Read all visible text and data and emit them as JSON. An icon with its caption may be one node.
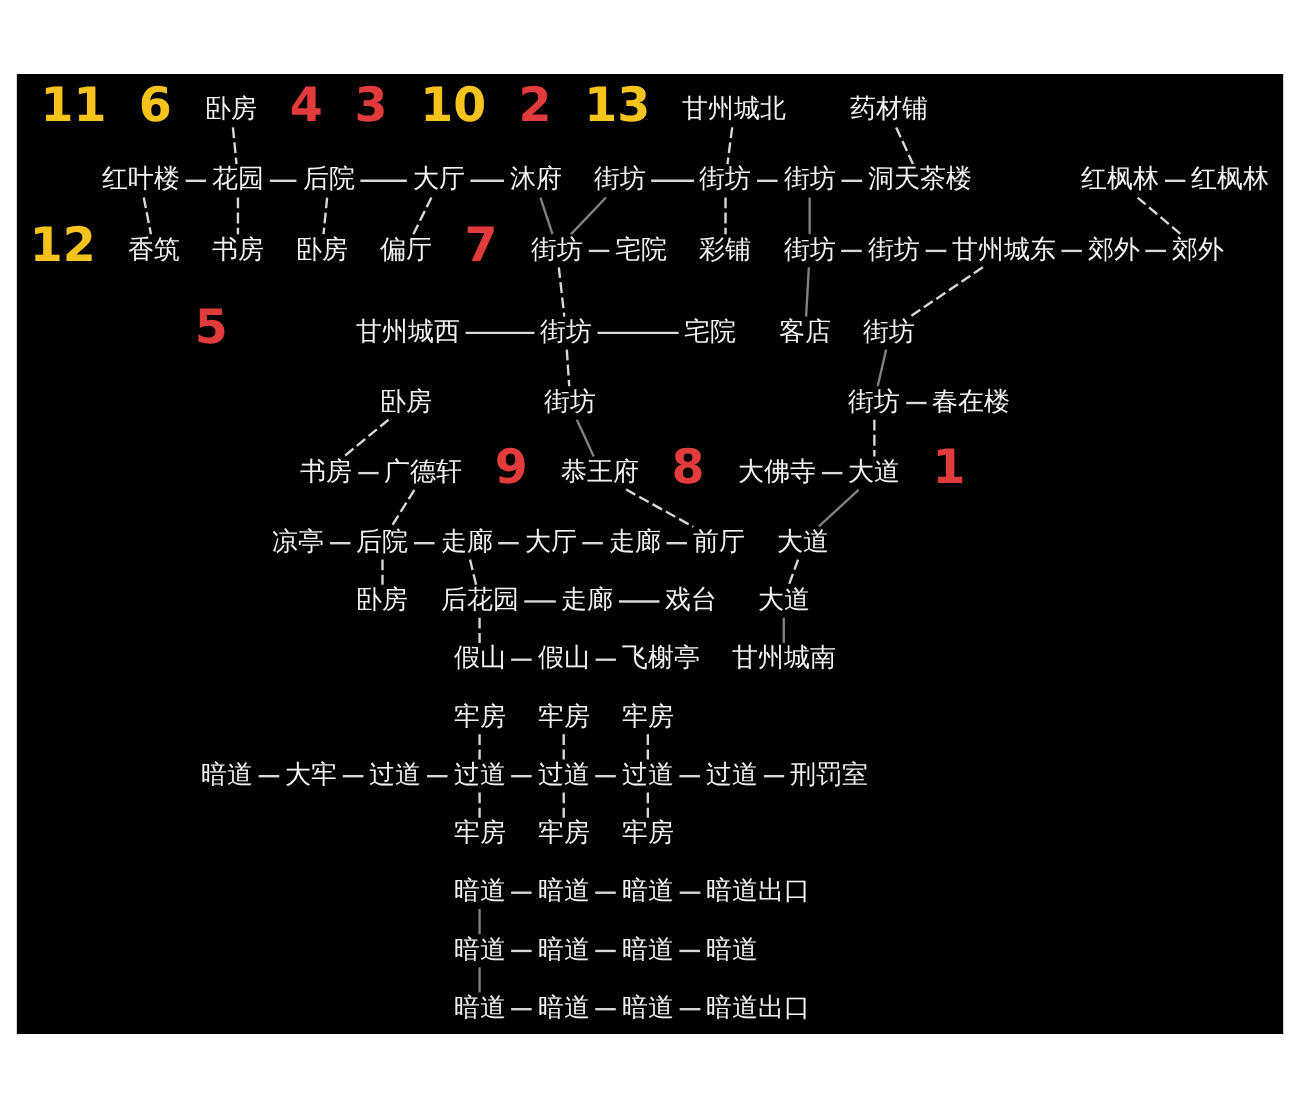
{
  "diagram": {
    "nodes": [
      {
        "text": [
          "卧房"
        ]
      },
      {
        "text": [
          "红叶楼"
        ]
      },
      {
        "text": [
          "花园"
        ]
      },
      {
        "text": [
          "后院"
        ]
      },
      {
        "text": [
          "大厅"
        ]
      },
      {
        "text": [
          "沐府"
        ]
      },
      {
        "text": [
          "香筑"
        ]
      },
      {
        "text": [
          "书房"
        ]
      },
      {
        "text": [
          "卧房"
        ]
      },
      {
        "text": [
          "偏厅"
        ]
      },
      {
        "text": [
          "甘州城北"
        ]
      },
      {
        "text": [
          "药材铺"
        ]
      },
      {
        "text": [
          "街坊"
        ]
      },
      {
        "text": [
          "街坊"
        ]
      },
      {
        "text": [
          "街坊"
        ]
      },
      {
        "text": [
          "洞天茶楼"
        ]
      },
      {
        "text": [
          "红枫林"
        ]
      },
      {
        "text": [
          "红枫林"
        ]
      },
      {
        "text": [
          "街坊"
        ]
      },
      {
        "text": [
          "宅院"
        ]
      },
      {
        "text": [
          "彩铺"
        ]
      },
      {
        "text": [
          "街坊"
        ]
      },
      {
        "text": [
          "街坊"
        ]
      },
      {
        "text": [
          "甘州城东"
        ]
      },
      {
        "text": [
          "郊外"
        ]
      },
      {
        "text": [
          "郊外"
        ]
      },
      {
        "text": [
          "甘州城西"
        ]
      },
      {
        "text": [
          "街坊"
        ]
      },
      {
        "text": [
          "宅院"
        ]
      },
      {
        "text": [
          "客店"
        ]
      },
      {
        "text": [
          "街坊"
        ]
      },
      {
        "text": [
          "卧房"
        ]
      },
      {
        "text": [
          "街坊"
        ]
      },
      {
        "text": [
          "街坊"
        ]
      },
      {
        "text": [
          "春在楼"
        ]
      },
      {
        "text": [
          "书房"
        ]
      },
      {
        "text": [
          "广德轩"
        ]
      },
      {
        "text": [
          "恭王府"
        ]
      },
      {
        "text": [
          "大佛寺"
        ]
      },
      {
        "text": [
          "大道"
        ]
      },
      {
        "text": [
          "凉亭"
        ]
      },
      {
        "text": [
          "后院"
        ]
      },
      {
        "text": [
          "走廊"
        ]
      },
      {
        "text": [
          "大厅"
        ]
      },
      {
        "text": [
          "走廊"
        ]
      },
      {
        "text": [
          "前厅"
        ]
      },
      {
        "text": [
          "大道"
        ]
      },
      {
        "text": [
          "卧房"
        ]
      },
      {
        "text": [
          "后花园"
        ]
      },
      {
        "text": [
          "走廊"
        ]
      },
      {
        "text": [
          "戏台"
        ]
      },
      {
        "text": [
          "大道"
        ]
      },
      {
        "text": [
          "假山"
        ]
      },
      {
        "text": [
          "假山"
        ]
      },
      {
        "text": [
          "飞榭亭"
        ]
      },
      {
        "text": [
          "甘州城南"
        ]
      },
      {
        "text": [
          "牢房"
        ]
      },
      {
        "text": [
          "牢房"
        ]
      },
      {
        "text": [
          "牢房"
        ]
      },
      {
        "text": [
          "暗道"
        ]
      },
      {
        "text": [
          "大牢"
        ]
      },
      {
        "text": [
          "过道"
        ]
      },
      {
        "text": [
          "过道"
        ]
      },
      {
        "text": [
          "过道"
        ]
      },
      {
        "text": [
          "过道"
        ]
      },
      {
        "text": [
          "过道"
        ]
      },
      {
        "text": [
          "刑罚室"
        ]
      },
      {
        "text": [
          "牢房"
        ]
      },
      {
        "text": [
          "牢房"
        ]
      },
      {
        "text": [
          "牢房"
        ]
      },
      {
        "text": [
          "暗道"
        ]
      },
      {
        "text": [
          "暗道"
        ]
      },
      {
        "text": [
          "暗道"
        ]
      },
      {
        "text": [
          "暗道出口"
        ]
      },
      {
        "text": [
          "暗道"
        ]
      },
      {
        "text": [
          "暗道"
        ]
      },
      {
        "text": [
          "暗道"
        ]
      },
      {
        "text": [
          "暗道"
        ]
      },
      {
        "text": [
          "暗道"
        ]
      },
      {
        "text": [
          "暗道"
        ]
      },
      {
        "text": [
          "暗道"
        ]
      },
      {
        "text": [
          "暗道出口"
        ]
      }
    ],
    "edges": [
      {
        "from": 1,
        "to": 2,
        "arrow": "none"
      },
      {
        "from": 2,
        "to": 3,
        "arrow": "none"
      },
      {
        "from": 3,
        "to": 4,
        "arrow": "none"
      },
      {
        "from": 4,
        "to": 5,
        "arrow": "none"
      },
      {
        "from": 0,
        "to": 2,
        "arrow": "none",
        "style": "dashed"
      },
      {
        "from": 1,
        "to": 6,
        "arrow": "none",
        "style": "dashed"
      },
      {
        "from": 2,
        "to": 7,
        "arrow": "none",
        "style": "dashed"
      },
      {
        "from": 3,
        "to": 8,
        "arrow": "none",
        "style": "dashed"
      },
      {
        "from": 4,
        "to": 9,
        "arrow": "none",
        "style": "dashed"
      },
      {
        "from": 5,
        "to": 18,
        "arrow": "none",
        "color": "#808080"
      },
      {
        "from": 10,
        "to": 13,
        "arrow": "none",
        "style": "dashed"
      },
      {
        "from": 11,
        "to": 15,
        "arrow": "none",
        "style": "dashed"
      },
      {
        "from": 12,
        "to": 13,
        "arrow": "none"
      },
      {
        "from": 13,
        "to": 14,
        "arrow": "none"
      },
      {
        "from": 14,
        "to": 15,
        "arrow": "none"
      },
      {
        "from": 16,
        "to": 17,
        "arrow": "none"
      },
      {
        "from": 12,
        "to": 18,
        "arrow": "none",
        "color": "#808080"
      },
      {
        "from": 18,
        "to": 19,
        "arrow": "none"
      },
      {
        "from": 13,
        "to": 20,
        "arrow": "none",
        "style": "dashed"
      },
      {
        "from": 14,
        "to": 21,
        "arrow": "none",
        "color": "#808080"
      },
      {
        "from": 21,
        "to": 22,
        "arrow": "none"
      },
      {
        "from": 22,
        "to": 23,
        "arrow": "none"
      },
      {
        "from": 23,
        "to": 24,
        "arrow": "none"
      },
      {
        "from": 24,
        "to": 25,
        "arrow": "none"
      },
      {
        "from": 16,
        "to": 25,
        "arrow": "none",
        "style": "dashed"
      },
      {
        "from": 18,
        "to": 27,
        "arrow": "none",
        "style": "dashed"
      },
      {
        "from": 26,
        "to": 27,
        "arrow": "none"
      },
      {
        "from": 27,
        "to": 28,
        "arrow": "none"
      },
      {
        "from": 21,
        "to": 29,
        "arrow": "none",
        "color": "#808080"
      },
      {
        "from": 23,
        "to": 30,
        "arrow": "none",
        "style": "dashed"
      },
      {
        "from": 27,
        "to": 32,
        "arrow": "none",
        "style": "dashed"
      },
      {
        "from": 30,
        "to": 33,
        "arrow": "none",
        "color": "#808080"
      },
      {
        "from": 33,
        "to": 34,
        "arrow": "none"
      },
      {
        "from": 31,
        "to": 35,
        "arrow": "none",
        "style": "dashed"
      },
      {
        "from": 35,
        "to": 36,
        "arrow": "none"
      },
      {
        "from": 32,
        "to": 37,
        "arrow": "none",
        "color": "#808080"
      },
      {
        "from": 33,
        "to": 39,
        "arrow": "none",
        "style": "dashed"
      },
      {
        "from": 38,
        "to": 39,
        "arrow": "none"
      },
      {
        "from": 36,
        "to": 41,
        "arrow": "none",
        "style": "dashed"
      },
      {
        "from": 37,
        "to": 45,
        "arrow": "none",
        "style": "dashed"
      },
      {
        "from": 40,
        "to": 41,
        "arrow": "none"
      },
      {
        "from": 41,
        "to": 42,
        "arrow": "none"
      },
      {
        "from": 42,
        "to": 43,
        "arrow": "none"
      },
      {
        "from": 43,
        "to": 44,
        "arrow": "none"
      },
      {
        "from": 44,
        "to": 45,
        "arrow": "none"
      },
      {
        "from": 39,
        "to": 46,
        "arrow": "none",
        "color": "#808080"
      },
      {
        "from": 41,
        "to": 47,
        "arrow": "none",
        "style": "dashed"
      },
      {
        "from": 42,
        "to": 48,
        "arrow": "none",
        "style": "dashed"
      },
      {
        "from": 48,
        "to": 49,
        "arrow": "none"
      },
      {
        "from": 49,
        "to": 50,
        "arrow": "none"
      },
      {
        "from": 46,
        "to": 51,
        "arrow": "none",
        "style": "dashed"
      },
      {
        "from": 48,
        "to": 52,
        "arrow": "none",
        "style": "dashed"
      },
      {
        "from": 52,
        "to": 53,
        "arrow": "none"
      },
      {
        "from": 53,
        "to": 54,
        "arrow": "none"
      },
      {
        "from": 51,
        "to": 55,
        "arrow": "none",
        "color": "#808080"
      },
      {
        "from": 56,
        "to": 62,
        "arrow": "none",
        "style": "dashed"
      },
      {
        "from": 57,
        "to": 63,
        "arrow": "none",
        "style": "dashed"
      },
      {
        "from": 58,
        "to": 64,
        "arrow": "none",
        "style": "dashed"
      },
      {
        "from": 59,
        "to": 60,
        "arrow": "none"
      },
      {
        "from": 60,
        "to": 61,
        "arrow": "none"
      },
      {
        "from": 61,
        "to": 62,
        "arrow": "none"
      },
      {
        "from": 62,
        "to": 63,
        "arrow": "none"
      },
      {
        "from": 63,
        "to": 64,
        "arrow": "none"
      },
      {
        "from": 64,
        "to": 65,
        "arrow": "none"
      },
      {
        "from": 65,
        "to": 66,
        "arrow": "none"
      },
      {
        "from": 62,
        "to": 67,
        "arrow": "none",
        "style": "dashed"
      },
      {
        "from": 63,
        "to": 68,
        "arrow": "none",
        "style": "dashed"
      },
      {
        "from": 64,
        "to": 69,
        "arrow": "none",
        "style": "dashed"
      },
      {
        "from": 70,
        "to": 74,
        "arrow": "none",
        "color": "#808080"
      },
      {
        "from": 70,
        "to": 71,
        "arrow": "none"
      },
      {
        "from": 71,
        "to": 72,
        "arrow": "none"
      },
      {
        "from": 72,
        "to": 73,
        "arrow": "none"
      },
      {
        "from": 74,
        "to": 75,
        "arrow": "none"
      },
      {
        "from": 75,
        "to": 76,
        "arrow": "none"
      },
      {
        "from": 76,
        "to": 77,
        "arrow": "none"
      },
      {
        "from": 74,
        "to": 78,
        "arrow": "none",
        "color": "#808080"
      },
      {
        "from": 78,
        "to": 79,
        "arrow": "none"
      },
      {
        "from": 79,
        "to": 80,
        "arrow": "none"
      },
      {
        "from": 80,
        "to": 81,
        "arrow": "none"
      }
    ],
    "labels": [
      "11",
      "6",
      "4",
      "3",
      "10",
      "2",
      "13",
      "12",
      "7",
      "5",
      "9",
      "8",
      "1"
    ]
  }
}
